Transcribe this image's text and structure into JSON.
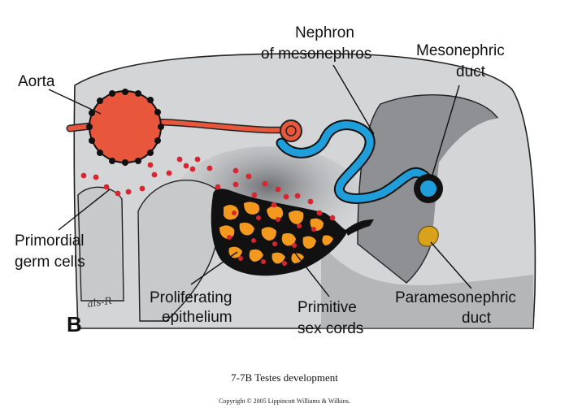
{
  "labels": {
    "aorta": "Aorta",
    "nephron_line1": "Nephron",
    "nephron_line2": "of mesonephros",
    "mesonephric_line1": "Mesonephric",
    "mesonephric_line2": "duct",
    "primordial_line1": "Primordial",
    "primordial_line2": "germ cells",
    "proliferating_line1": "Proliferating",
    "proliferating_line2": "epithelium",
    "primitive_line1": "Primitive",
    "primitive_line2": "sex cords",
    "paramesonephric_line1": "Paramesonephric",
    "paramesonephric_line2": "duct"
  },
  "panel_letter": "B",
  "signature": "als-R",
  "caption": "7-7B  Testes development",
  "copyright": "Copyright © 2005 Lippincott Williams & Wilkins.",
  "colors": {
    "tissue": "#d4d5d7",
    "tissue_dark": "#8e9093",
    "aorta": "#e8573c",
    "duct_blue": "#1e9fdc",
    "germ_cell": "#d8252f",
    "sex_cord": "#f39a1e",
    "paramesonephric": "#d9a21b"
  }
}
